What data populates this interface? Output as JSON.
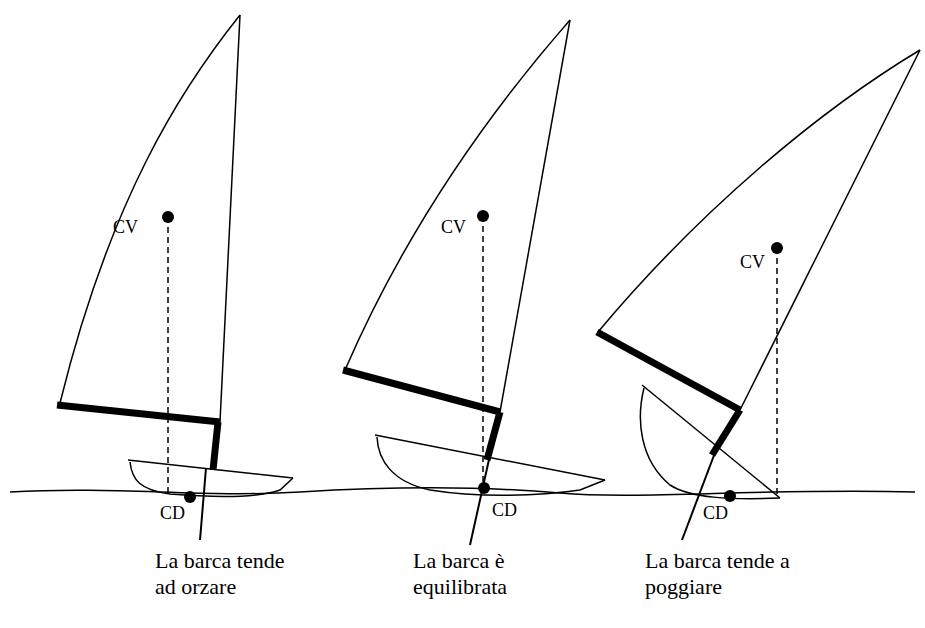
{
  "diagram": {
    "labels": [
      "CV",
      "CD",
      "CV",
      "CD",
      "CV",
      "CD",
      "La barca tende ad orzare",
      "La barca è equilibrata",
      "La barca tende a poggiare"
    ]
  }
}
